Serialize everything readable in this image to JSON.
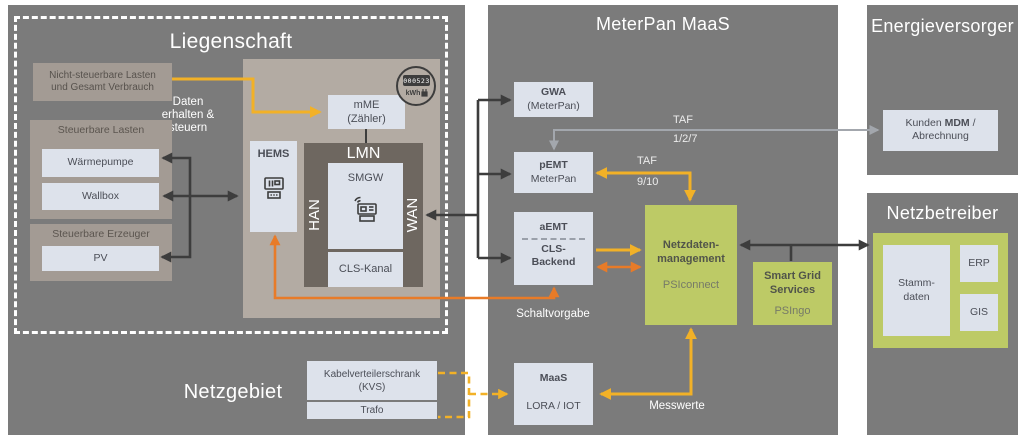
{
  "colors": {
    "panel_gray": "#7b7b7b",
    "inner_panel": "#b3aba3",
    "warm_box": "#a39b94",
    "light_box": "#dde2eb",
    "lmn_box": "#6e6760",
    "green_box": "#bdca66",
    "yellow_arrow": "#f2b127",
    "orange_arrow": "#e87b28",
    "gray_arrow": "#a3a7ad",
    "black_arrow": "#3d3d3d"
  },
  "liegenschaft": {
    "title": "Liegenschaft",
    "nicht_steuerbare_label": "Nicht-steuerbare Lasten und Gesamt Verbrauch",
    "daten_label": "Daten erhalten & steuern",
    "steuerbare_lasten_title": "Steuerbare Lasten",
    "waermepumpe_label": "Wärmepumpe",
    "wallbox_label": "Wallbox",
    "steuerbare_erzeuger_title": "Steuerbare Erzeuger",
    "pv_label": "PV",
    "hems_label": "HEMS",
    "mme_label": "mME (Zähler)",
    "meter_display_value": "000523",
    "meter_unit": "kWh",
    "lmn_label": "LMN",
    "han_label": "HAN",
    "wan_label": "WAN",
    "smgw_label": "SMGW",
    "cls_kanal_label": "CLS-Kanal"
  },
  "netzgebiet": {
    "title": "Netzgebiet",
    "kvs_label": "Kabelverteilerschrank (KVS)",
    "trafo_label": "Trafo"
  },
  "meterpan": {
    "title": "MeterPan MaaS",
    "gwa": {
      "line1": "GWA",
      "line2": "(MeterPan)"
    },
    "pemt": {
      "line1": "pEMT",
      "line2": "MeterPan"
    },
    "aemt": {
      "line1": "aEMT",
      "line2": "CLS-Backend"
    },
    "netzdaten": {
      "line1": "Netzdaten-",
      "line2": "management",
      "sub": "PSIconnect"
    },
    "smartgrid": {
      "line1": "Smart Grid Services",
      "sub": "PSIngo"
    },
    "maas": {
      "line1": "MaaS",
      "line2": "LORA / IOT"
    }
  },
  "energieversorger": {
    "title": "Energieversorger",
    "kunden": {
      "part1": "Kunden",
      "part2": "MDM",
      "part3": "/",
      "line2": "Abrechnung"
    }
  },
  "netzbetreiber": {
    "title": "Netzbetreiber",
    "stammdaten": {
      "line1": "Stamm-",
      "line2": "daten"
    },
    "erp_label": "ERP",
    "gis_label": "GIS"
  },
  "arrows": {
    "taf127": {
      "line1": "TAF",
      "line2": "1/2/7"
    },
    "taf910": {
      "line1": "TAF",
      "line2": "9/10"
    },
    "schaltvorgabe": "Schaltvorgabe",
    "messwerte": "Messwerte"
  },
  "icons": [
    "meter-dial-icon",
    "kwh-plug-icon",
    "hems-device-icon",
    "smgw-device-icon"
  ]
}
